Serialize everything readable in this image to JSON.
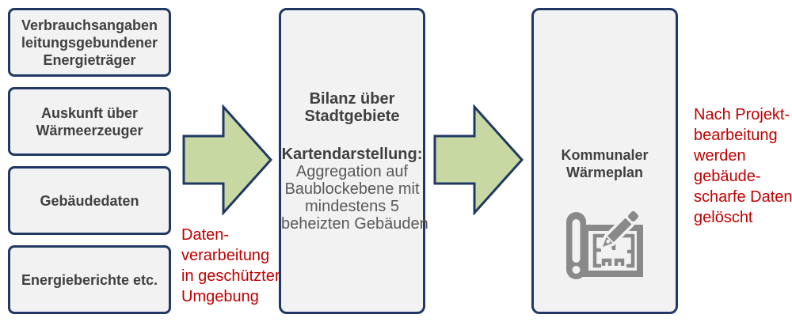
{
  "theme": {
    "page-bg": "#ffffff",
    "box-bg": "#f2f2f2",
    "box-border": "#1f3864",
    "arrow-fill": "#c8d8a3",
    "arrow-border": "#1f3864",
    "label-color": "#404040",
    "body-color": "#595959",
    "annotation-color": "#c00000",
    "icon-color": "#898989"
  },
  "inputs": [
    {
      "label": "Verbrauchsangaben\nleitungsgebundener\nEnergieträger"
    },
    {
      "label": "Auskunft über\nWärmeerzeuger"
    },
    {
      "label": "Gebäudedaten"
    },
    {
      "label": "Energieberichte etc."
    }
  ],
  "process": {
    "title": "Bilanz über\nStadtgebiete",
    "subtitle": "Kartendarstellung:",
    "body": "Aggregation auf\nBaublockebene mit\nmindestens 5\nbeheizten Gebäuden"
  },
  "output": {
    "title": "Kommunaler\nWärmeplan",
    "icon": "blueprint-pencil-icon"
  },
  "annotations": {
    "processing": "Daten-\nverarbeitung\nin geschützter\nUmgebung",
    "deletion": "Nach Projekt-\nbearbeitung\nwerden\ngebäude-\nscharfe Daten\ngelöscht"
  }
}
